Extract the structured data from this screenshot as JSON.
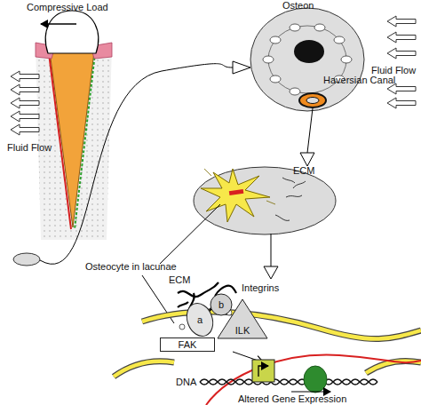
{
  "diagram": {
    "nodes": [
      {
        "text": [
          "a"
        ]
      },
      {
        "text": [
          "b"
        ]
      },
      {
        "text": [
          "FAK"
        ]
      },
      {
        "text": [
          "ILK"
        ]
      }
    ],
    "labels": [
      "Compressive Load",
      "Fluid Flow",
      "Osteon",
      "Fluid Flow",
      "Haversian Canal",
      "ECM",
      "Osteocyte in lacunae",
      "ECM",
      "Integrins",
      "DNA",
      "Altered Gene Expression"
    ]
  }
}
